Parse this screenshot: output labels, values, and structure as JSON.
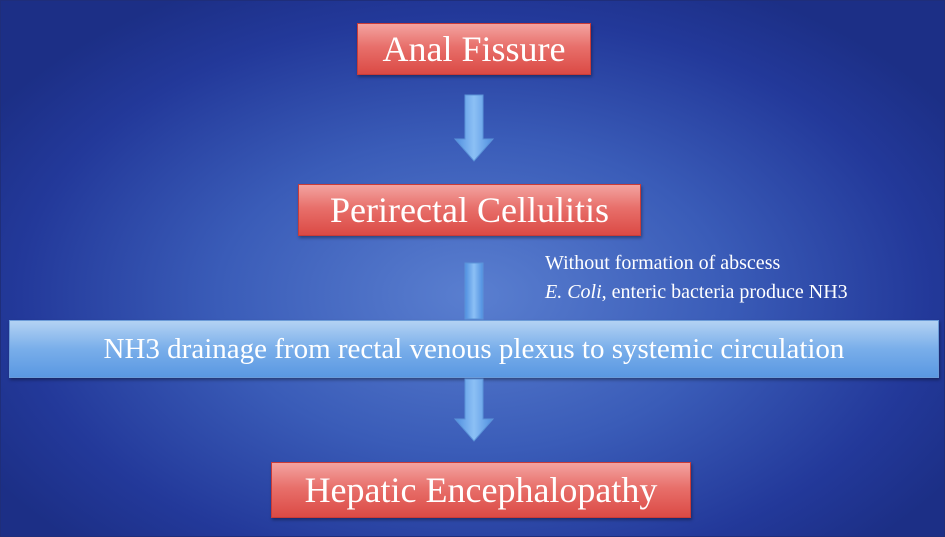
{
  "nodes": {
    "anal_fissure": "Anal Fissure",
    "perirectal_cellulitis": "Perirectal Cellulitis",
    "nh3_drainage": "NH3 drainage from rectal venous plexus to systemic circulation",
    "hepatic_encephalopathy": "Hepatic Encephalopathy"
  },
  "annotations": {
    "line1": "Without formation of abscess",
    "line2_italic": "E. Coli",
    "line2_rest": ", enteric bacteria produce NH3"
  },
  "colors": {
    "background": "#2f4aa8",
    "red_box": "#e25a55",
    "blue_box": "#7ab0ea",
    "arrow": "#6aa6ec",
    "text": "#ffffff"
  }
}
